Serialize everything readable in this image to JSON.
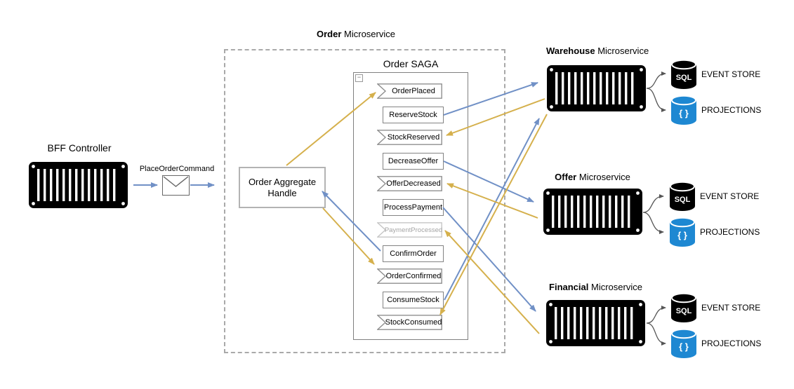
{
  "bff": {
    "label": "BFF Controller"
  },
  "message": {
    "label": "PlaceOrderCommand",
    "icon": "envelope-icon"
  },
  "order_ms": {
    "name": "Order",
    "suffix": "Microservice"
  },
  "saga": {
    "title": "Order SAGA",
    "items": [
      {
        "label": "OrderPlaced",
        "type": "event"
      },
      {
        "label": "ReserveStock",
        "type": "command"
      },
      {
        "label": "StockReserved",
        "type": "event"
      },
      {
        "label": "DecreaseOffer",
        "type": "command"
      },
      {
        "label": "OfferDecreased",
        "type": "event"
      },
      {
        "label": "ProcessPayment",
        "type": "command"
      },
      {
        "label": "PaymentProcessed",
        "type": "event",
        "muted": true
      },
      {
        "label": "ConfirmOrder",
        "type": "command"
      },
      {
        "label": "OrderConfirmed",
        "type": "event"
      },
      {
        "label": "ConsumeStock",
        "type": "command"
      },
      {
        "label": "StockConsumed",
        "type": "event"
      }
    ]
  },
  "aggregate": {
    "line1": "Order Aggregate",
    "line2": "Handle"
  },
  "services": [
    {
      "name": "Warehouse",
      "suffix": "Microservice",
      "event_store": "EVENT STORE",
      "projections": "PROJECTIONS"
    },
    {
      "name": "Offer",
      "suffix": "Microservice",
      "event_store": "EVENT STORE",
      "projections": "PROJECTIONS"
    },
    {
      "name": "Financial",
      "suffix": "Microservice",
      "event_store": "EVENT STORE",
      "projections": "PROJECTIONS"
    }
  ],
  "icons": {
    "sql_label": "SQL",
    "braces_label": "{ }",
    "collapse_glyph": "−",
    "container_icon": "shipping-container",
    "sql_db_icon": "black database cylinder",
    "projection_db_icon": "blue database cylinder"
  },
  "colors": {
    "command_flow": "#7090c6",
    "event_flow": "#d5b04c",
    "sql_db": "#000000",
    "projection_db": "#1e88d2",
    "border_gray": "#838383",
    "dashed_gray": "#a9a9a9"
  },
  "flows": [
    {
      "from": "BFF Controller",
      "to": "Order Aggregate Handle",
      "label": "PlaceOrderCommand",
      "kind": "command"
    },
    {
      "from": "Order Aggregate Handle",
      "to": "OrderPlaced",
      "kind": "event"
    },
    {
      "from": "ReserveStock",
      "to": "Warehouse Microservice",
      "kind": "command"
    },
    {
      "from": "Warehouse Microservice",
      "to": "StockReserved",
      "kind": "event"
    },
    {
      "from": "DecreaseOffer",
      "to": "Offer Microservice",
      "kind": "command"
    },
    {
      "from": "Offer Microservice",
      "to": "OfferDecreased",
      "kind": "event"
    },
    {
      "from": "ProcessPayment",
      "to": "Financial Microservice",
      "kind": "command"
    },
    {
      "from": "Financial Microservice",
      "to": "PaymentProcessed",
      "kind": "event"
    },
    {
      "from": "ConfirmOrder",
      "to": "Order Aggregate Handle",
      "kind": "command"
    },
    {
      "from": "Order Aggregate Handle",
      "to": "OrderConfirmed",
      "kind": "event"
    },
    {
      "from": "ConsumeStock",
      "to": "Warehouse Microservice",
      "kind": "command"
    },
    {
      "from": "Warehouse Microservice",
      "to": "StockConsumed",
      "kind": "event"
    },
    {
      "from": "Warehouse Microservice",
      "to": "EVENT STORE + PROJECTIONS",
      "kind": "storage"
    },
    {
      "from": "Offer Microservice",
      "to": "EVENT STORE + PROJECTIONS",
      "kind": "storage"
    },
    {
      "from": "Financial Microservice",
      "to": "EVENT STORE + PROJECTIONS",
      "kind": "storage"
    }
  ]
}
